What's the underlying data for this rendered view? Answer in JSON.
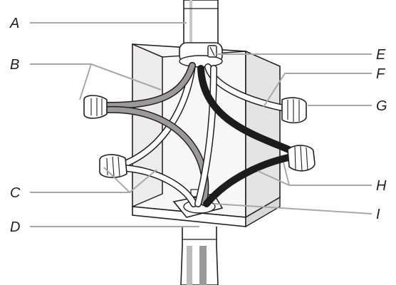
{
  "diagram": {
    "labels": {
      "a": "A",
      "b": "B",
      "c": "C",
      "d": "D",
      "e": "E",
      "f": "F",
      "g": "G",
      "h": "H",
      "i": "I"
    },
    "colors": {
      "outline": "#231f20",
      "leader": "#a8a8a8",
      "grey_wire": "#9a9a9a",
      "black_wire": "#1c1c1c",
      "white_wire": "#ffffff",
      "box_shade": "#e8e8e8"
    }
  }
}
